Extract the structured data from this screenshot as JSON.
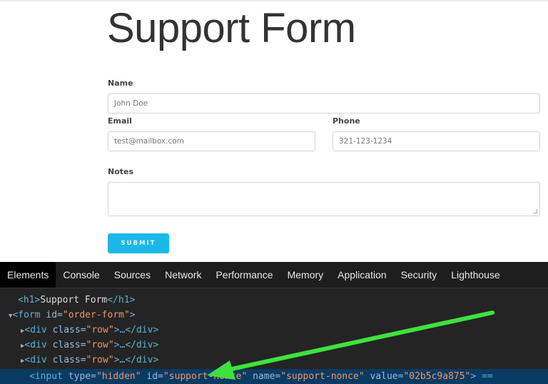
{
  "form": {
    "title": "Support Form",
    "name_label": "Name",
    "name_value": "John Doe",
    "email_label": "Email",
    "email_value": "test@mailbox.com",
    "phone_label": "Phone",
    "phone_value": "321-123-1234",
    "notes_label": "Notes",
    "notes_value": "",
    "submit_label": "SUBMIT",
    "accent": "#1ab8e8"
  },
  "devtools": {
    "tabs": [
      "Elements",
      "Console",
      "Sources",
      "Network",
      "Performance",
      "Memory",
      "Application",
      "Security",
      "Lighthouse"
    ],
    "selected_tab": "Elements",
    "lines": {
      "h1_open": "<h1>",
      "h1_text": "Support Form",
      "h1_close": "</h1>",
      "form_open": "<form ",
      "form_attr": "id=",
      "form_val": "\"order-form\"",
      "form_end": ">",
      "div_open": "<div ",
      "div_attr": "class=",
      "div_val": "\"row\"",
      "div_end": ">…</div>",
      "input_open": "<input ",
      "type_attr": "type=",
      "type_val": "\"hidden\"",
      "id_attr": " id=",
      "id_val": "\"support-nonce\"",
      "name_attr": " name=",
      "name_val": "\"support-nonce\"",
      "value_attr": " value=",
      "value_val": "\"02b5c9a875\"",
      "input_end": "> =="
    }
  },
  "annotation": {
    "arrow_color": "#3ee23e"
  }
}
